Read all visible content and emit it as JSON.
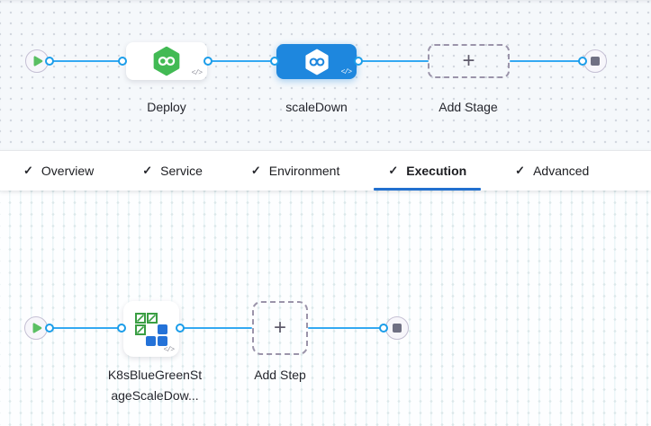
{
  "glyphs": {
    "check": "✓",
    "plus": "+",
    "code": "</>"
  },
  "stage_view": {
    "nodes": [
      {
        "label": "Deploy",
        "type": "cd-stage"
      },
      {
        "label": "scaleDown",
        "type": "cd-stage",
        "selected": true
      }
    ],
    "add_stage_label": "Add Stage"
  },
  "tab_bar": {
    "active_tab": "Execution",
    "tabs": [
      {
        "label": "Overview",
        "checked": true
      },
      {
        "label": "Service",
        "checked": true
      },
      {
        "label": "Environment",
        "checked": true
      },
      {
        "label": "Execution",
        "checked": true
      },
      {
        "label": "Advanced",
        "checked": true
      }
    ]
  },
  "execution_view": {
    "step": {
      "label_line1": "K8sBlueGreenSt",
      "label_line2": "ageScaleDow...",
      "type": "k8s-bluegreen-scale-down"
    },
    "add_step_label": "Add Step"
  },
  "colors": {
    "selected_node": "#1E87DE",
    "edge_blue": "#34A9F2",
    "cd_green": "#42BA54",
    "tab_underline": "#2270CF",
    "k8s_icon_blue": "#2472D8",
    "k8s_icon_green": "#3A9E43"
  }
}
